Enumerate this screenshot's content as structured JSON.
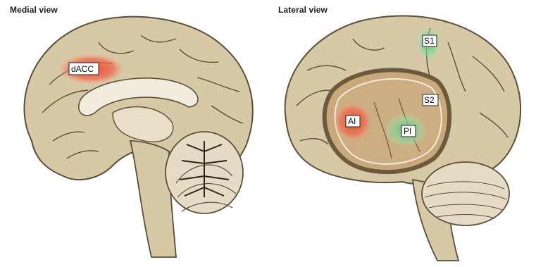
{
  "panels": {
    "medial": {
      "title": "Medial view",
      "regions": [
        {
          "label": "dACC",
          "color": "#e8412b"
        }
      ]
    },
    "lateral": {
      "title": "Lateral view",
      "regions": [
        {
          "label": "S1",
          "color": "#5cc27a"
        },
        {
          "label": "S2",
          "color": "#5cc27a"
        },
        {
          "label": "AI",
          "color": "#e8412b"
        },
        {
          "label": "PI",
          "color": "#5cc27a"
        }
      ]
    }
  },
  "colors": {
    "brain_fill": "#d8c9a6",
    "brain_outline": "#5a4e3c",
    "white_matter": "#f2ecdf",
    "insula_fill": "#c9a97c",
    "cerebellum_fill": "#e6dcc6"
  }
}
